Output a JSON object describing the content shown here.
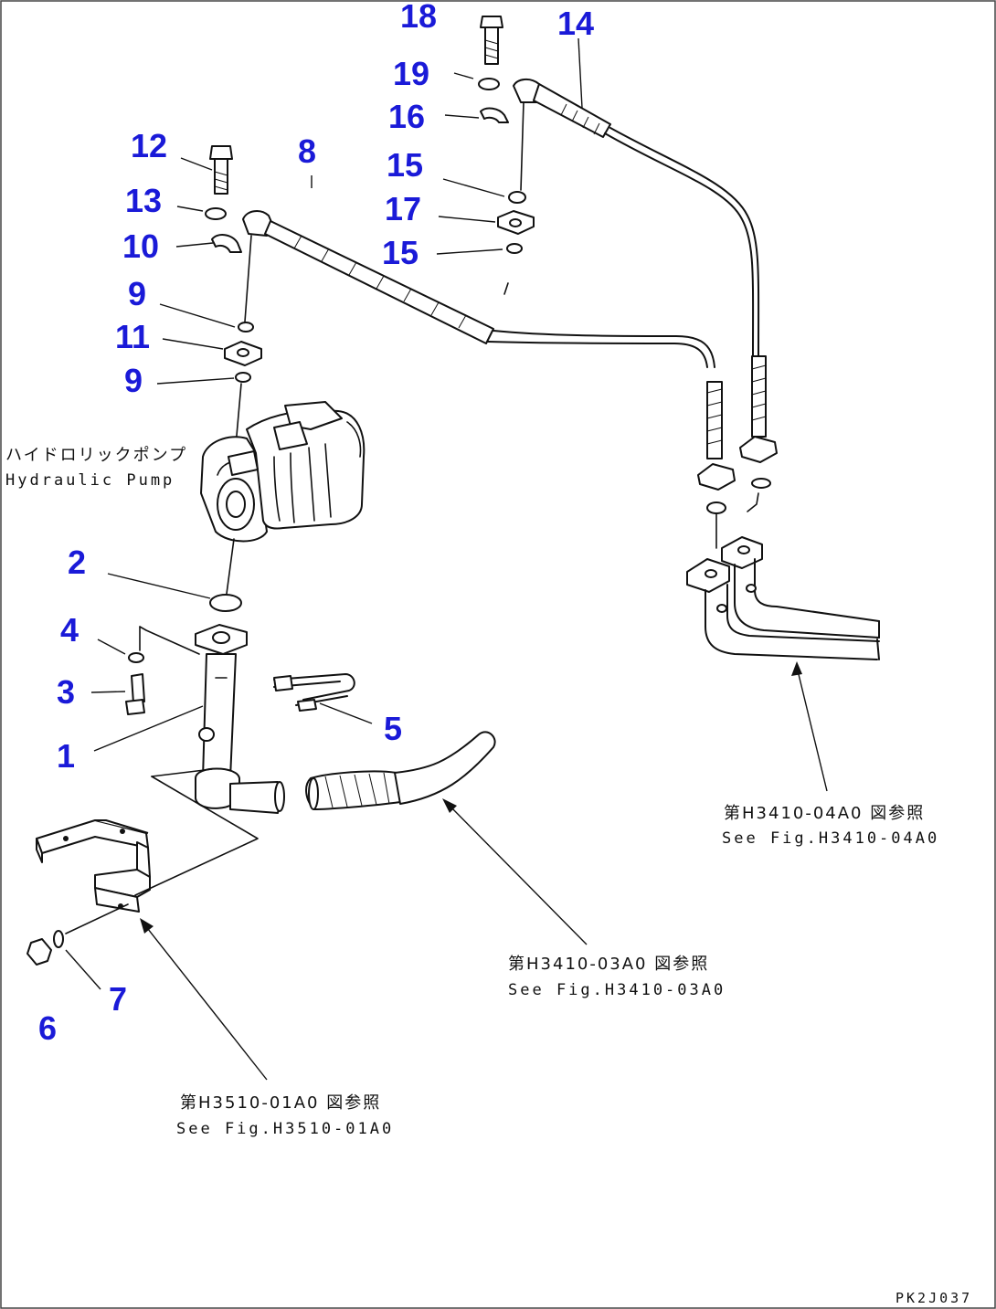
{
  "callouts": {
    "c1": "1",
    "c2": "2",
    "c3": "3",
    "c4": "4",
    "c5": "5",
    "c6": "6",
    "c7": "7",
    "c8": "8",
    "c9a": "9",
    "c9b": "9",
    "c10": "10",
    "c11": "11",
    "c12": "12",
    "c13": "13",
    "c14": "14",
    "c15a": "15",
    "c15b": "15",
    "c16": "16",
    "c17": "17",
    "c18": "18",
    "c19": "19"
  },
  "labels": {
    "pump_jp": "ハイドロリックポンプ",
    "pump_en": "Hydraulic Pump"
  },
  "references": {
    "ref_right_jp": "第H3410-04A0 図参照",
    "ref_right_en": "See Fig.H3410-04A0",
    "ref_mid_jp": "第H3410-03A0 図参照",
    "ref_mid_en": "See Fig.H3410-03A0",
    "ref_left_jp": "第H3510-01A0 図参照",
    "ref_left_en": "See Fig.H3510-01A0"
  },
  "drawing_id": "PK2J037",
  "colors": {
    "callout": "#1a1ad8",
    "line": "#111111"
  }
}
